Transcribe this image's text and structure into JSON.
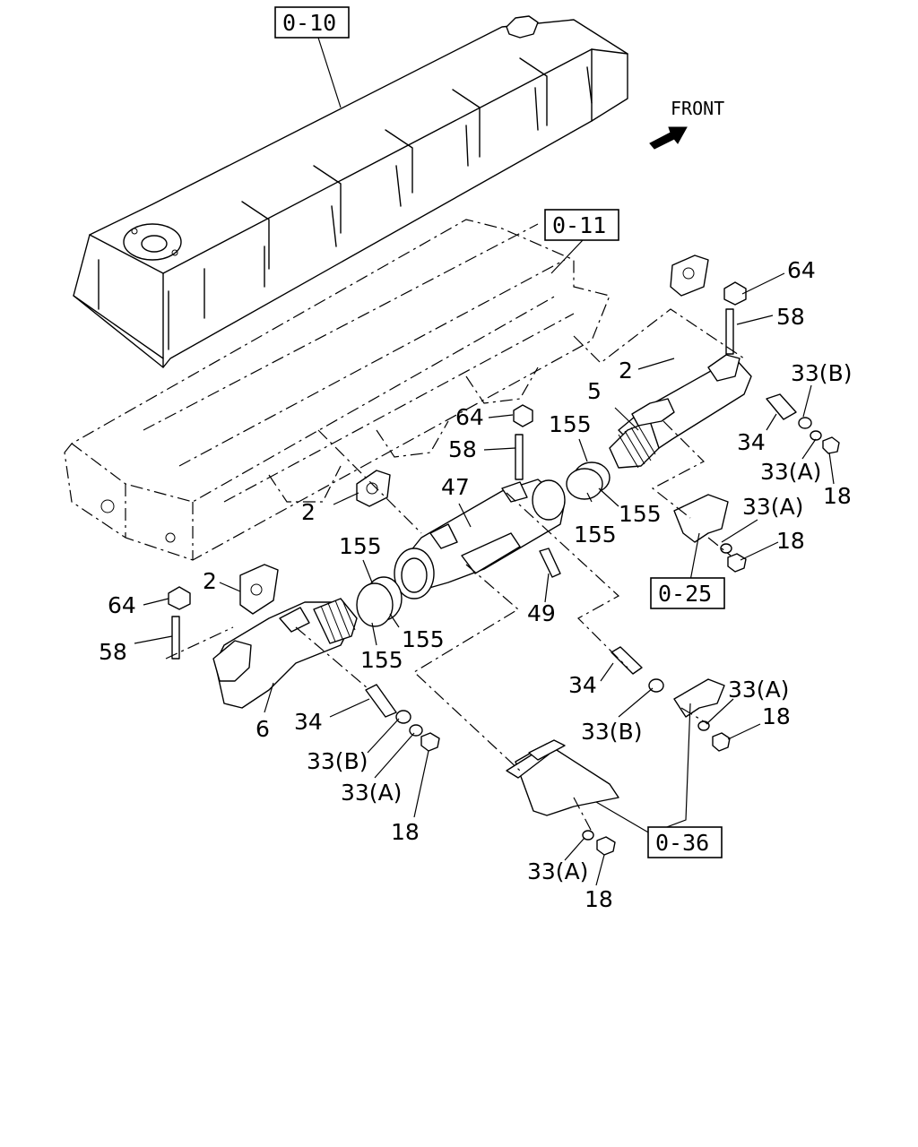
{
  "direction": {
    "label": "FRONT"
  },
  "refs": {
    "r010": "0-10",
    "r011": "0-11",
    "r025": "0-25",
    "r036": "0-36"
  },
  "labels": {
    "n64a": "64",
    "n58a": "58",
    "n2a": "2",
    "n5": "5",
    "n33Ba": "33(B)",
    "n34a": "34",
    "n33Aa": "33(A)",
    "n18a": "18",
    "n155a": "155",
    "n155b": "155",
    "n155c": "155",
    "n33Ab": "33(A)",
    "n18b": "18",
    "n64b": "64",
    "n58b": "58",
    "n2b": "2",
    "n47": "47",
    "n49": "49",
    "n155d": "155",
    "n155e": "155",
    "n155f": "155",
    "n64c": "64",
    "n2c": "2",
    "n58c": "58",
    "n6": "6",
    "n34b": "34",
    "n33Bb": "33(B)",
    "n33Ac": "33(A)",
    "n18c": "18",
    "n34c": "34",
    "n33Bc": "33(B)",
    "n33Ad": "33(A)",
    "n18d": "18",
    "n33Ae": "33(A)",
    "n18e": "18"
  },
  "icons": {
    "arrow": "front-arrow-icon"
  }
}
